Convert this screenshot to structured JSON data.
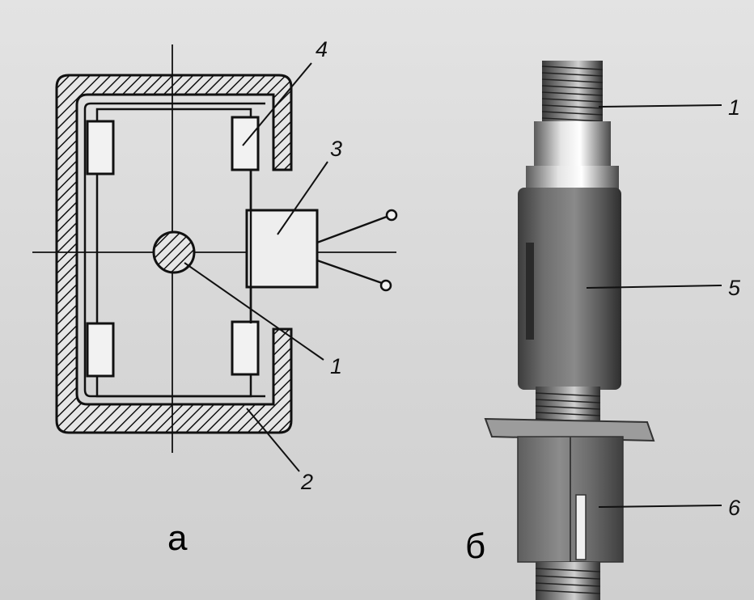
{
  "panels": {
    "a": {
      "label": "а"
    },
    "b": {
      "label": "б"
    }
  },
  "schematic_callouts": [
    "4",
    "3",
    "1",
    "2"
  ],
  "photo_callouts": [
    "1",
    "5",
    "6"
  ],
  "colors": {
    "ink": "#111111",
    "paper": "#dcdcdc",
    "metal_dark": "#4a4a4a",
    "metal_mid": "#7a7a7a",
    "metal_light": "#c8c8c8"
  }
}
